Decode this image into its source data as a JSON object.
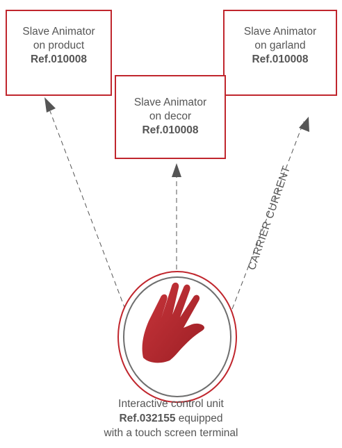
{
  "colors": {
    "accent": "#c0262d",
    "text": "#555555",
    "hand": "#b3262d",
    "ring": "#6e6e6e"
  },
  "boxes": {
    "product": {
      "line1": "Slave Animator",
      "line2": "on product",
      "ref": "Ref.010008"
    },
    "decor": {
      "line1": "Slave Animator",
      "line2": "on decor",
      "ref": "Ref.010008"
    },
    "garland": {
      "line1": "Slave Animator",
      "line2": "on garland",
      "ref": "Ref.010008"
    }
  },
  "connection_label": "CARRIER CURRENT",
  "controller": {
    "icon": "hand-icon",
    "line1": "Interactive control unit",
    "ref": "Ref.032155",
    "line2_suffix": " equipped",
    "line3": "with a touch screen terminal"
  }
}
